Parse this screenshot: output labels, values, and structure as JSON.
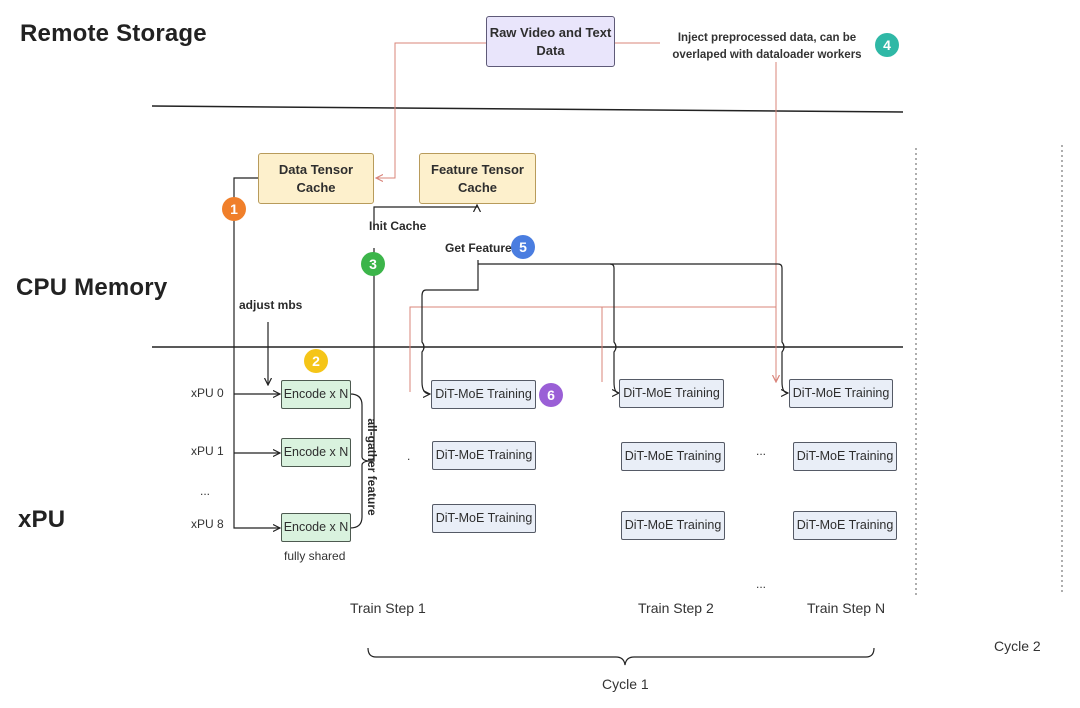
{
  "layers": {
    "remote": "Remote Storage",
    "cpu": "CPU Memory",
    "xpu": "xPU"
  },
  "boxes": {
    "raw_data": "Raw Video and Text Data",
    "data_cache": "Data Tensor Cache",
    "feature_cache": "Feature Tensor Cache",
    "encode": "Encode x N",
    "dit": "DiT-MoE Training"
  },
  "labels": {
    "inject": "Inject preprocessed data, can be overlaped with dataloader workers",
    "init_cache": "Init Cache",
    "get_feature": "Get Feature",
    "adjust_mbs": "adjust mbs",
    "all_gather": "all-gather  feature",
    "fully_shared": "fully shared",
    "dot": ".",
    "ellipsis": "..."
  },
  "xpus": [
    "xPU 0",
    "xPU 1",
    "...",
    "xPU 8"
  ],
  "steps": [
    "Train Step 1",
    "Train Step 2",
    "Train Step N"
  ],
  "cycles": [
    "Cycle 1",
    "Cycle 2"
  ],
  "badges": [
    {
      "num": "1",
      "color": "#f07f2a"
    },
    {
      "num": "2",
      "color": "#f5c518"
    },
    {
      "num": "3",
      "color": "#3cb54a"
    },
    {
      "num": "4",
      "color": "#2fb8a6"
    },
    {
      "num": "5",
      "color": "#4a7de0"
    },
    {
      "num": "6",
      "color": "#9a5fd6"
    }
  ]
}
